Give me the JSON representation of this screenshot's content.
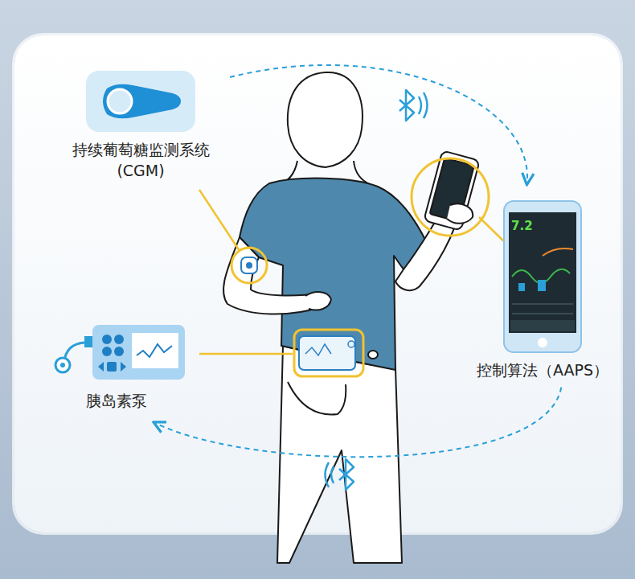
{
  "diagram": {
    "nodes": [
      {
        "text": [
          "持续葡萄糖监测系统 (CGM)"
        ]
      },
      {
        "text": [
          "控制算法（AAPS）"
        ]
      },
      {
        "text": [
          "胰岛素泵"
        ]
      }
    ],
    "edges": [
      {
        "from": 0,
        "to": 1,
        "arrow": "to"
      },
      {
        "from": 1,
        "to": 2,
        "arrow": "to"
      }
    ],
    "labels": [
      "7.2"
    ]
  }
}
